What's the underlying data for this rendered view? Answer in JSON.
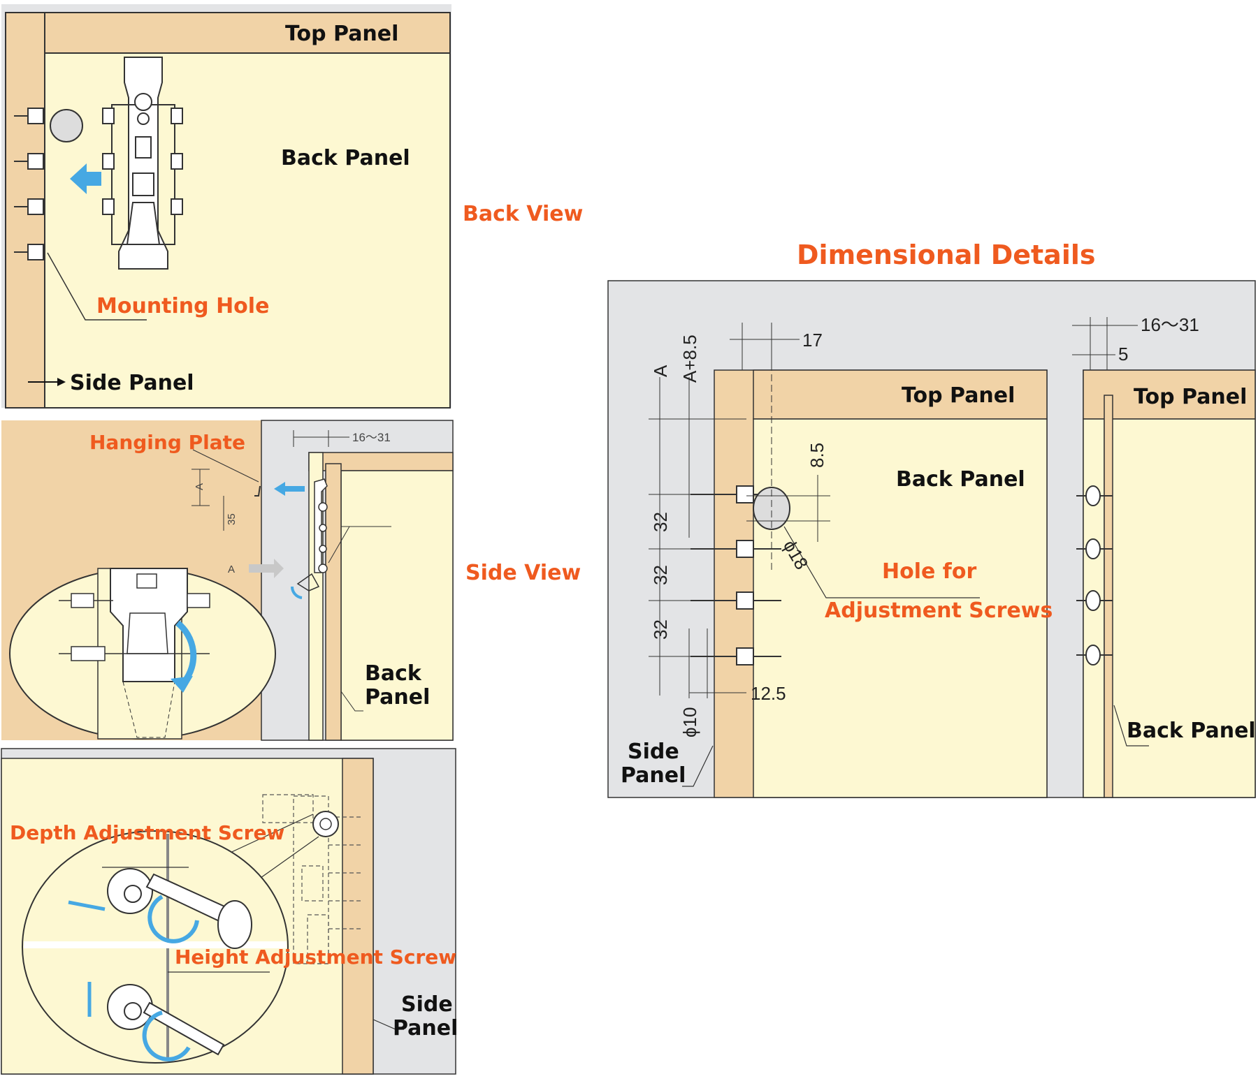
{
  "colors": {
    "wood": "#f1d3a7",
    "board": "#fdf8d2",
    "gray": "#e3e4e6",
    "accent": "#ef5a1f",
    "arrow": "#46a8e3",
    "line": "#333333"
  },
  "view_labels": {
    "back_view": "Back View",
    "side_view": "Side View",
    "dimensional_details": "Dimensional Details"
  },
  "back_view": {
    "top_panel": "Top Panel",
    "back_panel": "Back Panel",
    "mounting_hole": "Mounting Hole",
    "side_panel": "Side Panel"
  },
  "side_view": {
    "hanging_plate": "Hanging Plate",
    "dim_16_31": "16～31",
    "dim_A": "A",
    "dim_35": "35",
    "label_A": "A",
    "back_panel_line1": "Back",
    "back_panel_line2": "Panel"
  },
  "adjust_view": {
    "depth_screw": "Depth Adjustment Screw",
    "height_screw": "Height Adjustment Screw",
    "side_panel_line1": "Side",
    "side_panel_line2": "Panel"
  },
  "dim_view": {
    "top_panel_left": "Top Panel",
    "top_panel_right": "Top Panel",
    "back_panel": "Back Panel",
    "back_panel_right": "Back Panel",
    "hole_line1": "Hole for",
    "hole_line2": "Adjustment Screws",
    "side_panel_line1": "Side",
    "side_panel_line2": "Panel",
    "dim_17": "17",
    "dim_16_31": "16～31",
    "dim_5": "5",
    "dim_A": "A",
    "dim_A85": "A+8.5",
    "dim_85": "8.5",
    "dim_18": "ϕ18",
    "dim_32a": "32",
    "dim_32b": "32",
    "dim_32c": "32",
    "dim_10": "ϕ10",
    "dim_125": "12.5"
  }
}
